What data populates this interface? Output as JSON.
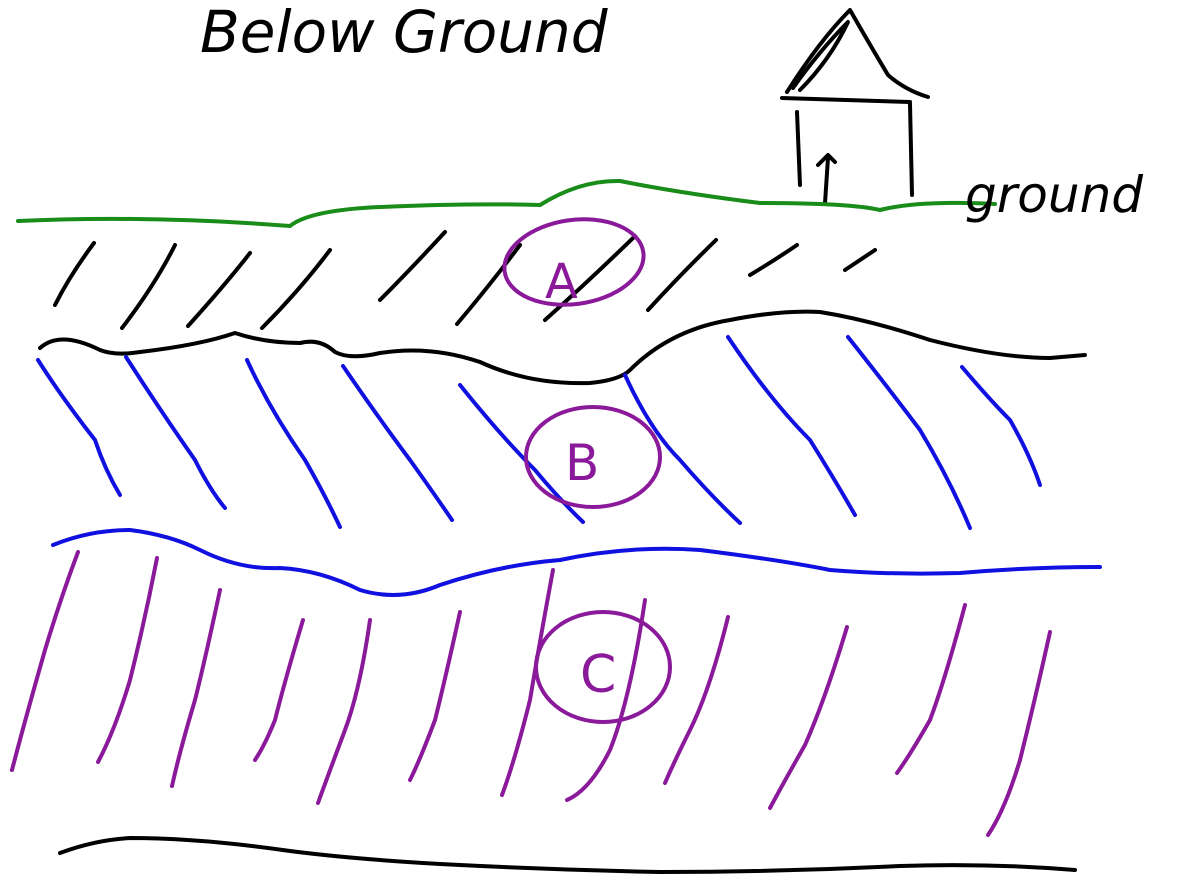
{
  "title": "Below Ground",
  "labels": {
    "ground": "ground",
    "layer_a": "A",
    "layer_b": "B",
    "layer_c": "C"
  },
  "colors": {
    "ground_line": "#1a8c1a",
    "layer_a_hatch": "#000000",
    "layer_b_hatch": "#1010e0",
    "layer_c_hatch": "#8a1a9a",
    "circle_labels": "#8a1a9a",
    "outlines": "#000000"
  }
}
